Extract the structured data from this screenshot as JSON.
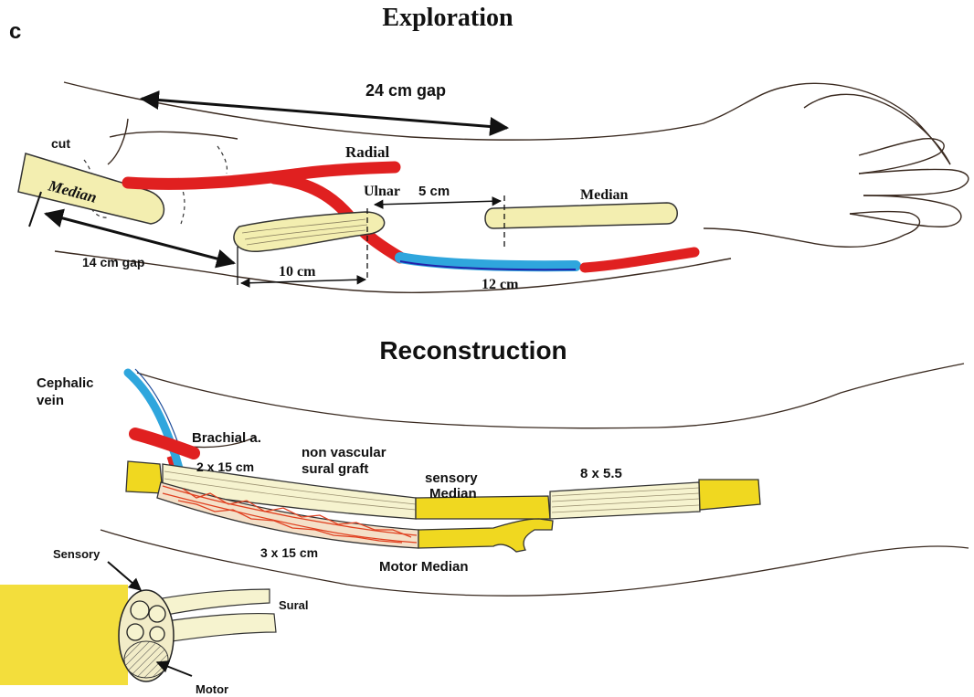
{
  "panel_letter": "c",
  "top": {
    "title": "Exploration",
    "gap_24": "24 cm gap",
    "cut": "cut",
    "median_prox": "Median",
    "radial": "Radial",
    "ulnar": "Ulnar",
    "gap_5": "5 cm",
    "median_dist": "Median",
    "gap_14": "14 cm gap",
    "len_10": "10 cm",
    "len_12": "12 cm"
  },
  "bottom": {
    "title": "Reconstruction",
    "cephalic": "Cephalic",
    "vein": "vein",
    "brachial": "Brachial a.",
    "graft_2x15": "2 x 15 cm",
    "non_vascular": "non vascular",
    "sural_graft": "sural graft",
    "sensory": "sensory",
    "median": "Median",
    "graft_8x5": "8 x 5.5",
    "graft_3x15": "3 x 15 cm",
    "motor_median": "Motor Median"
  },
  "inset": {
    "sensory": "Sensory",
    "sural": "Sural",
    "motor": "Motor"
  },
  "colors": {
    "nerve": "#f3eeb0",
    "nerve_bright": "#f0d820",
    "artery": "#e02020",
    "vein": "#2fa6dd",
    "outline": "#222222",
    "skin_line": "#3a2a20"
  }
}
